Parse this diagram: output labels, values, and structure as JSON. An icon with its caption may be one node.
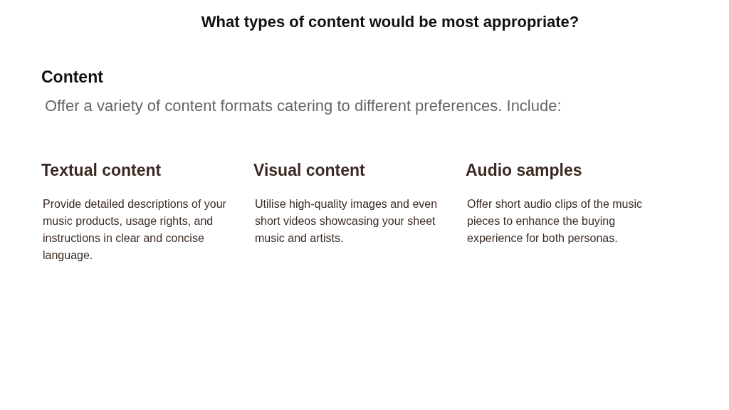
{
  "diagram": {
    "title": "What types of content would be most appropriate?",
    "labels": [
      "Content",
      "Offer a variety of content formats catering to different preferences. Include:",
      "Textual content",
      "Visual content",
      "Audio samples",
      "Provide detailed descriptions of your music products, usage rights, and instructions in clear and concise language.",
      "Utilise high-quality images and even short videos showcasing your sheet music and artists.",
      "Offer short audio clips of the music pieces to enhance the buying experience for both personas."
    ]
  }
}
